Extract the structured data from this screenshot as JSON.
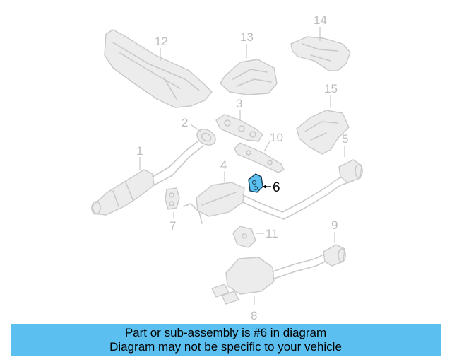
{
  "diagram": {
    "highlighted_part": "6",
    "highlight_color": "#5bc0f0",
    "labels": {
      "p1": "1",
      "p2": "2",
      "p3": "3",
      "p4": "4",
      "p5": "5",
      "p6": "6",
      "p7": "7",
      "p8": "8",
      "p9": "9",
      "p10": "10",
      "p11": "11",
      "p12": "12",
      "p13": "13",
      "p14": "14",
      "p15": "15"
    }
  },
  "banner": {
    "line1": "Part or sub-assembly is #6 in diagram",
    "line2": "Diagram may not be specific to your vehicle",
    "background": "#5bc0f0"
  }
}
